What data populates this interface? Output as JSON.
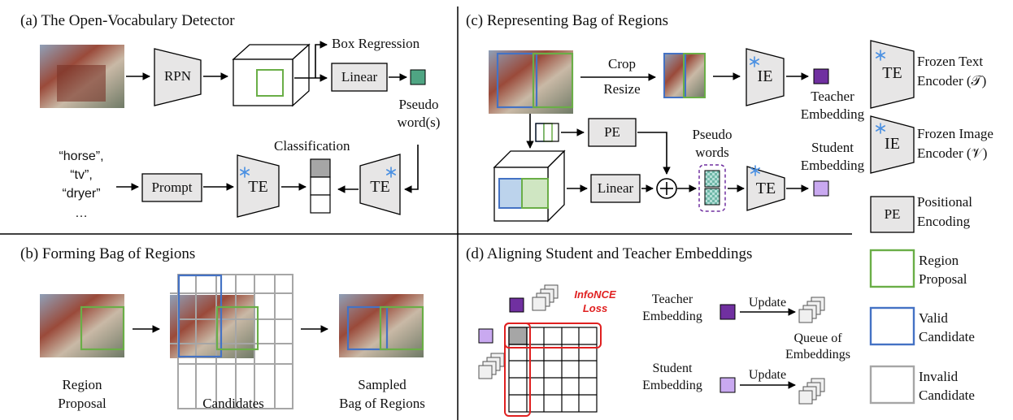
{
  "sections": {
    "a": "(a) The Open-Vocabulary Detector",
    "b": "(b) Forming Bag of Regions",
    "c": "(c) Representing Bag of Regions",
    "d": "(d) Aligning Student and Teacher Embeddings"
  },
  "panel_a": {
    "rpn": "RPN",
    "box_regression": "Box Regression",
    "linear": "Linear",
    "pseudo": "Pseudo",
    "words": "word(s)",
    "classification": "Classification",
    "prompt": "Prompt",
    "te": "TE",
    "queries": [
      "“horse”,",
      "“tv”,",
      "“dryer”",
      "…"
    ]
  },
  "panel_b": {
    "region_proposal": [
      "Region",
      "Proposal"
    ],
    "candidates": "Candidates",
    "sampled": [
      "Sampled",
      "Bag of Regions"
    ]
  },
  "panel_c": {
    "crop": "Crop",
    "resize": "Resize",
    "ie": "IE",
    "pe": "PE",
    "linear": "Linear",
    "te": "TE",
    "teacher": [
      "Teacher",
      "Embedding"
    ],
    "student": [
      "Student",
      "Embedding"
    ],
    "pseudo_words": [
      "Pseudo",
      "words"
    ]
  },
  "panel_d": {
    "loss": [
      "InfoNCE",
      "Loss"
    ],
    "teacher": [
      "Teacher",
      "Embedding"
    ],
    "student": [
      "Student",
      "Embedding"
    ],
    "update": "Update",
    "queue": [
      "Queue of",
      "Embeddings"
    ]
  },
  "legend": {
    "te": "TE",
    "te_label": [
      "Frozen Text",
      "Encoder (𝒯)"
    ],
    "ie": "IE",
    "ie_label": [
      "Frozen Image",
      "Encoder (𝒱)"
    ],
    "pe": "PE",
    "pe_label": [
      "Positional",
      "Encoding"
    ],
    "region": [
      "Region",
      "Proposal"
    ],
    "valid": [
      "Valid",
      "Candidate"
    ],
    "invalid": [
      "Invalid",
      "Candidate"
    ]
  },
  "colors": {
    "green": "#6aae47",
    "blue": "#4472c4",
    "gray_box": "#a6a6a6",
    "teacher": "#7030a0",
    "student": "#c9a9f0",
    "loss": "#e02020",
    "snow": "#4a90e2",
    "block": "#e7e6e6"
  }
}
